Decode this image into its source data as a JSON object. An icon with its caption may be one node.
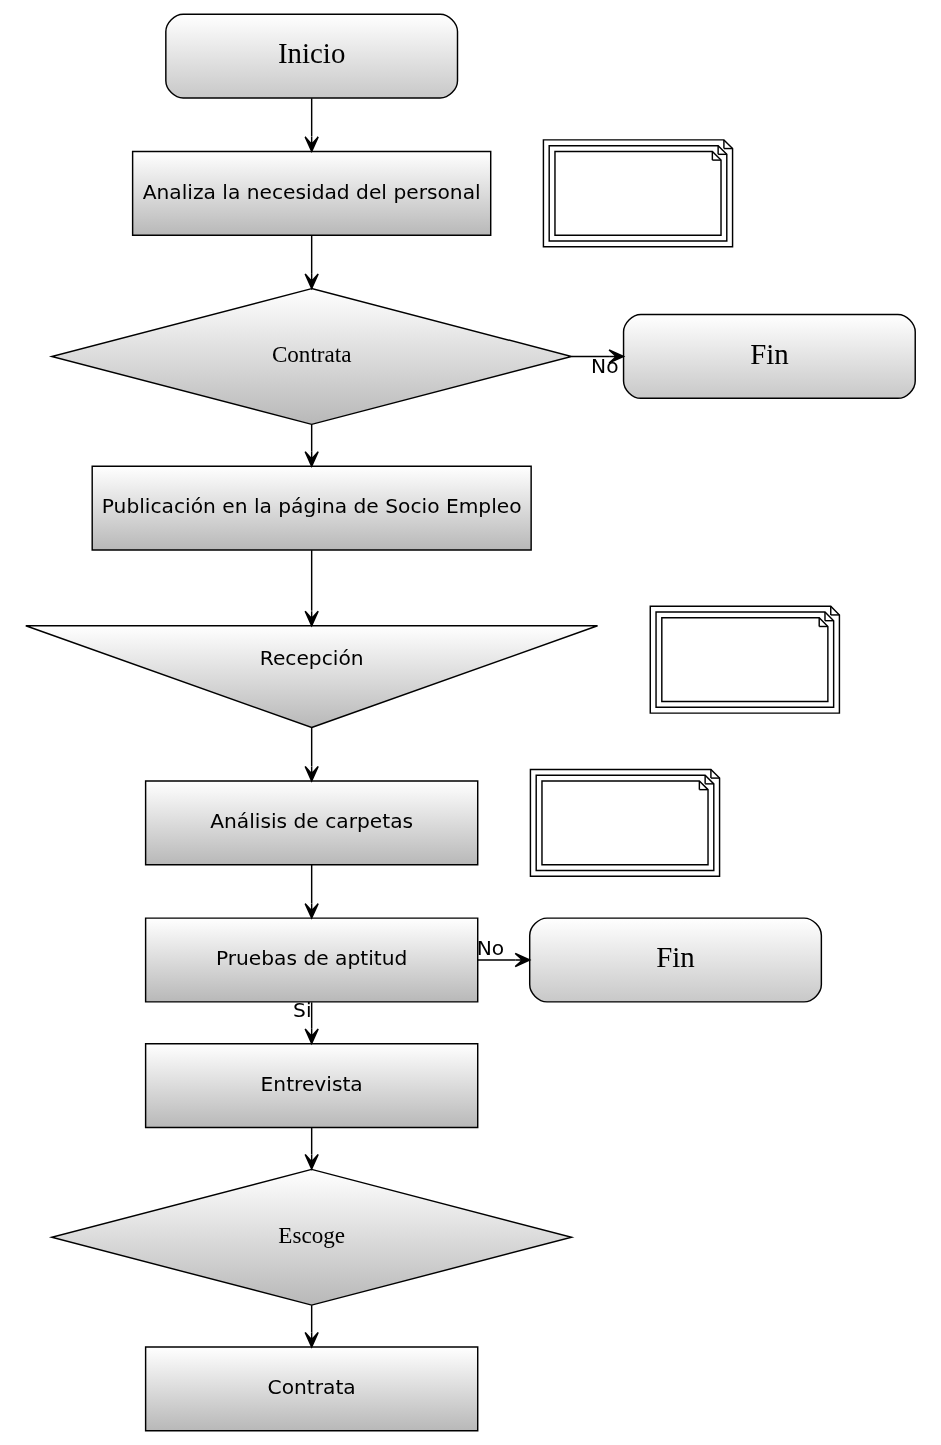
{
  "diagram": {
    "nodes": [
      {
        "text": [
          "Inicio"
        ]
      },
      {
        "text": [
          "Analiza la necesidad del personal"
        ]
      },
      {
        "text": [],
        "shape": "document"
      },
      {
        "text": [
          "Contrata"
        ]
      },
      {
        "text": [
          "Fin"
        ]
      },
      {
        "text": [
          "Publicación en la página de Socio Empleo"
        ]
      },
      {
        "text": [
          "Recepción"
        ]
      },
      {
        "text": [],
        "shape": "document"
      },
      {
        "text": [
          "Análisis de carpetas"
        ]
      },
      {
        "text": [],
        "shape": "document"
      },
      {
        "text": [
          "Pruebas de aptitud"
        ]
      },
      {
        "text": [
          "Fin"
        ]
      },
      {
        "text": [
          "Entrevista"
        ]
      },
      {
        "text": [
          "Escoge"
        ]
      },
      {
        "text": [
          "Contrata"
        ]
      }
    ],
    "edges": [
      {
        "from": 0,
        "to": 1,
        "arrow": "to"
      },
      {
        "from": 1,
        "to": 3,
        "arrow": "to"
      },
      {
        "from": 3,
        "to": 4,
        "arrow": "to",
        "label": "No"
      },
      {
        "from": 3,
        "to": 5,
        "arrow": "to"
      },
      {
        "from": 5,
        "to": 6,
        "arrow": "to"
      },
      {
        "from": 6,
        "to": 8,
        "arrow": "to"
      },
      {
        "from": 8,
        "to": 10,
        "arrow": "to"
      },
      {
        "from": 10,
        "to": 11,
        "arrow": "to",
        "label": "No"
      },
      {
        "from": 10,
        "to": 12,
        "arrow": "to",
        "label": "Si"
      },
      {
        "from": 12,
        "to": 13,
        "arrow": "to"
      },
      {
        "from": 13,
        "to": 14,
        "arrow": "to"
      }
    ]
  }
}
